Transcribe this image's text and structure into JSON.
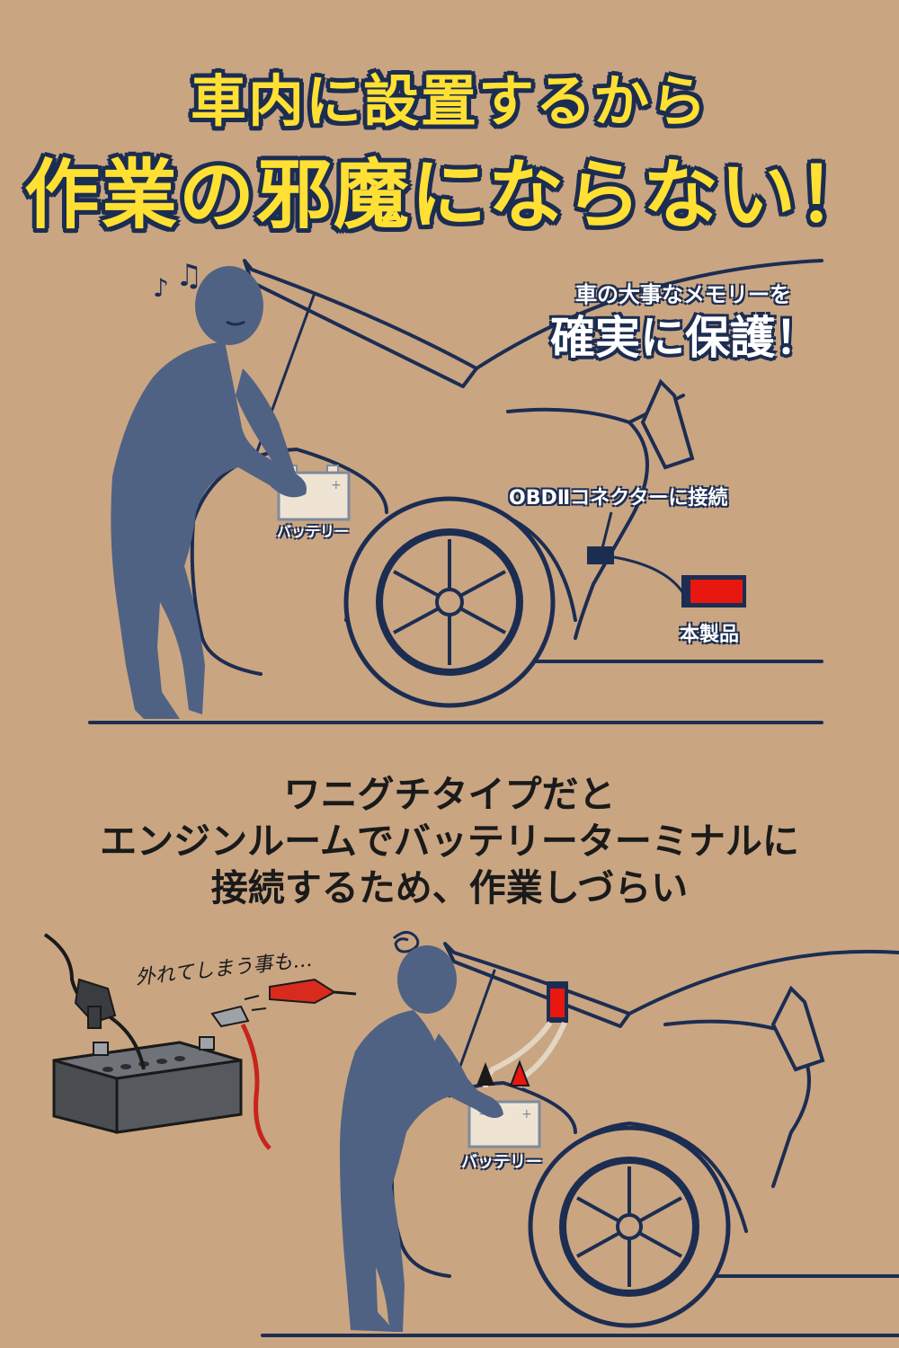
{
  "headline": {
    "line1": "車内に設置するから",
    "line2": "作業の邪魔にならない！"
  },
  "scene1": {
    "memory_small": "車の大事なメモリーを",
    "memory_big": "確実に保護！",
    "obd_label": "OBDⅡコネクターに接続",
    "battery_label": "バッテリー",
    "product_label": "本製品"
  },
  "description": {
    "line1": "ワニグチタイプだと",
    "line2": "エンジンルームでバッテリーターミナルに",
    "line3": "接続するため、作業しづらい"
  },
  "scene2": {
    "fall_note": "外れてしまう事も…",
    "battery_label": "バッテリー"
  },
  "colors": {
    "background": "#c9a582",
    "navy": "#1c2d52",
    "person": "#4f6283",
    "accent_yellow": "#ffe033",
    "product_red": "#e8170f"
  }
}
